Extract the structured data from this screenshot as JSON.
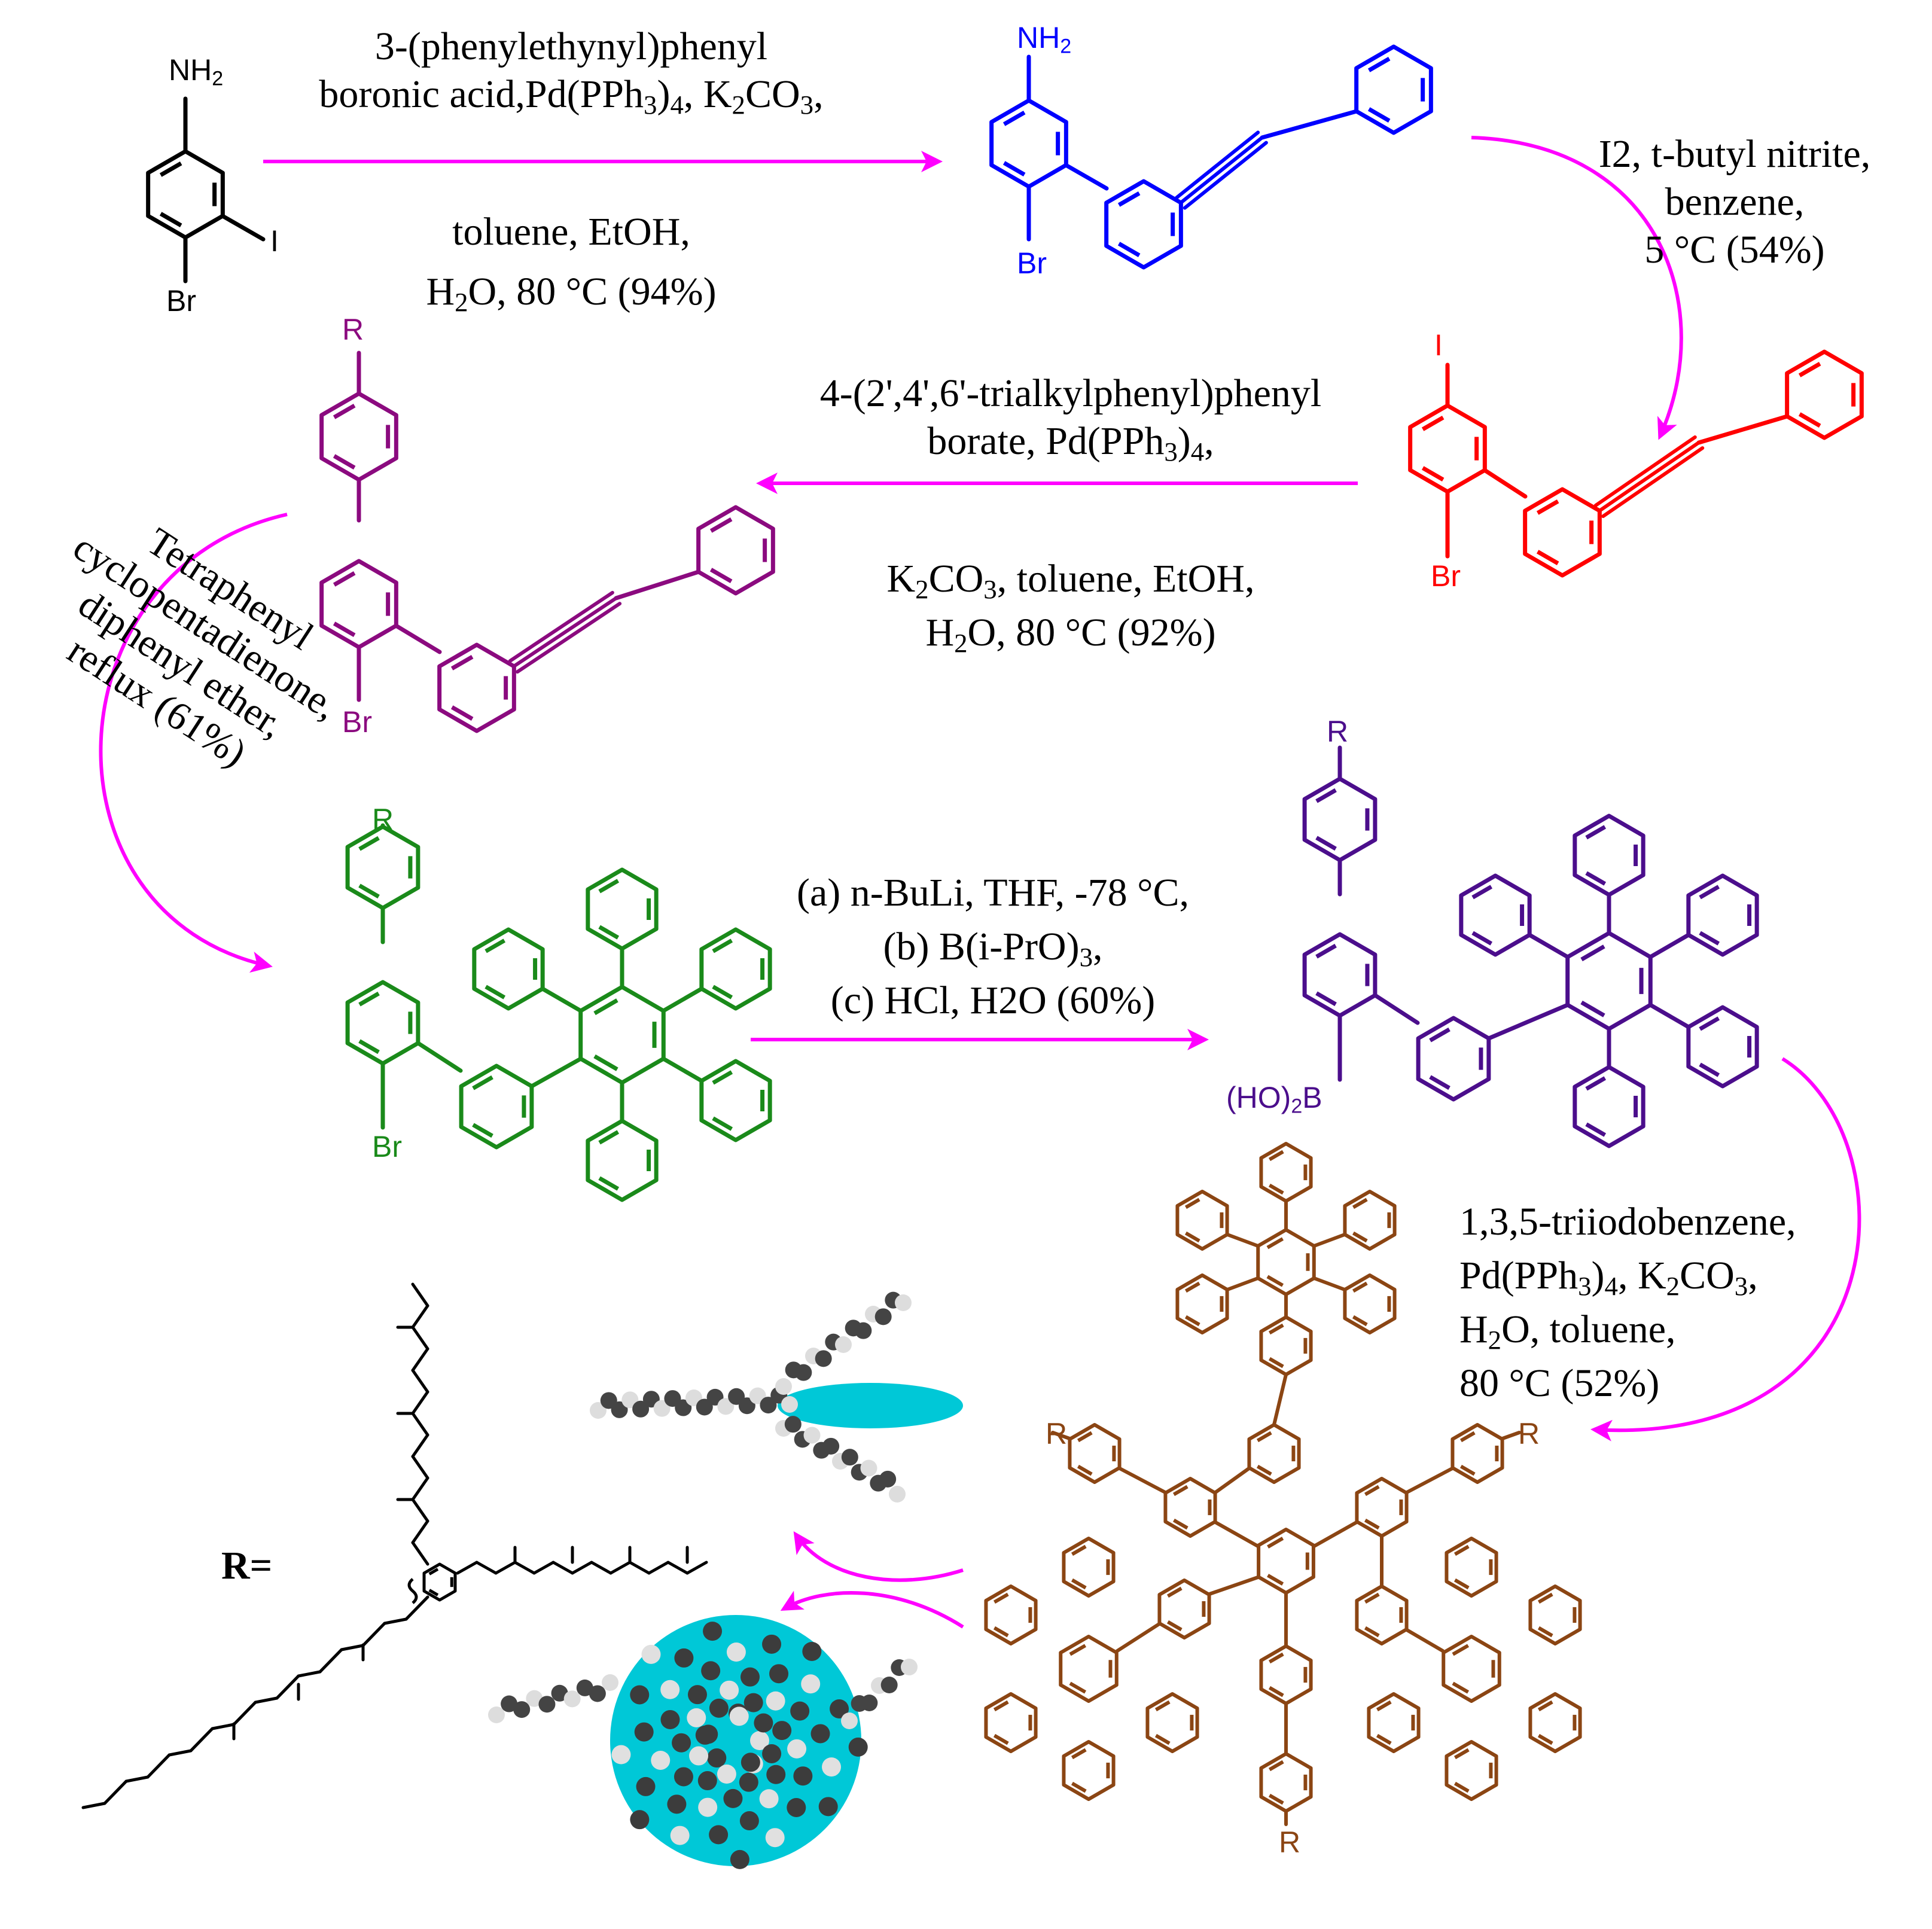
{
  "colors": {
    "arrow": "#ff00ff",
    "blue": "#0000ff",
    "red": "#ff0000",
    "magenta_purple": "#8b0a7f",
    "green": "#1a8a1a",
    "indigo": "#4b0e8c",
    "brown": "#8b4513",
    "cyan_model": "#00c8d7",
    "atom_gray": "#555555",
    "black": "#000000"
  },
  "step1": {
    "line1": "3-(phenylethynyl)phenyl",
    "line2_pre": "boronic acid,Pd(PPh",
    "line2_sub1": "3",
    "line2_mid": ")",
    "line2_sub2": "4",
    "line2_mid2": ", K",
    "line2_sub3": "2",
    "line2_mid3": "CO",
    "line2_sub4": "3",
    "line2_end": ",",
    "line3": "toluene, EtOH,",
    "line4_pre": "H",
    "line4_sub": "2",
    "line4_end": "O, 80 °C (94%)"
  },
  "step2": {
    "line1": "I2, t-butyl nitrite,",
    "line2": "benzene,",
    "line3": "5 °C (54%)"
  },
  "step3": {
    "line1": "4-(2',4',6'-trialkylphenyl)phenyl",
    "line2_pre": "borate, Pd(PPh",
    "line2_sub1": "3",
    "line2_mid": ")",
    "line2_sub2": "4",
    "line2_end": ",",
    "line3_pre": "K",
    "line3_sub1": "2",
    "line3_mid": "CO",
    "line3_sub2": "3",
    "line3_end": ", toluene, EtOH,",
    "line4_pre": "H",
    "line4_sub": "2",
    "line4_end": "O, 80 °C (92%)"
  },
  "step4": {
    "line1": "Tetraphenyl",
    "line2": "cyclopentadienone,",
    "line3": "diphenyl ether,",
    "line4": "reflux (61%)"
  },
  "step5": {
    "line1": "(a) n-BuLi, THF, -78 °C,",
    "line2_pre": "(b) B(i-PrO)",
    "line2_sub": "3",
    "line2_end": ",",
    "line3": "(c) HCl, H2O (60%)"
  },
  "step6": {
    "line1": "1,3,5-triiodobenzene,",
    "line2_pre": "Pd(PPh",
    "line2_sub1": "3",
    "line2_mid": ")",
    "line2_sub2": "4",
    "line2_mid2": ", K",
    "line2_sub3": "2",
    "line2_mid3": "CO",
    "line2_sub4": "3",
    "line2_end": ",",
    "line3_pre": "H",
    "line3_sub": "2",
    "line3_end": "O, toluene,",
    "line4": "80 °C (52%)"
  },
  "atoms": {
    "nh2_N": "NH",
    "nh2_sub": "2",
    "iodine": "I",
    "bromine": "Br",
    "r_group": "R",
    "boronic_pre": "(HO)",
    "boronic_sub": "2",
    "boronic_end": "B"
  },
  "r_definition": "R="
}
